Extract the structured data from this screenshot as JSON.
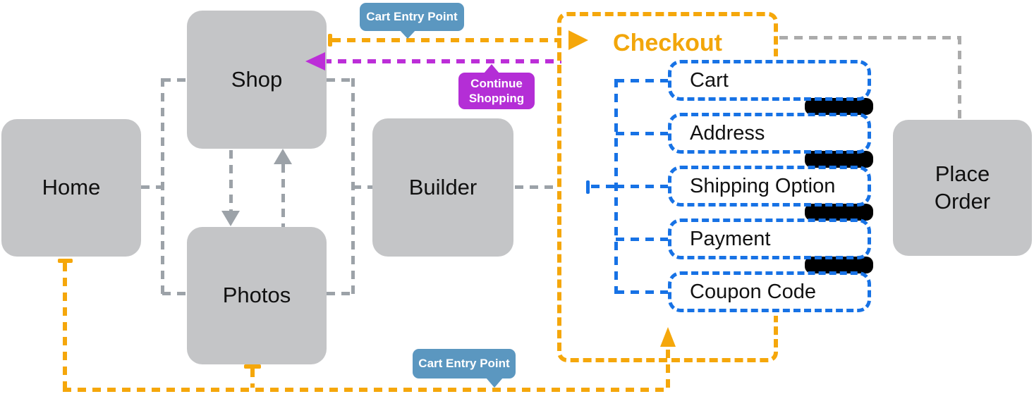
{
  "diagram": {
    "nodes": {
      "home": "Home",
      "shop": "Shop",
      "photos": "Photos",
      "builder": "Builder",
      "place_order": "Place Order"
    },
    "checkout": {
      "title": "Checkout",
      "steps": [
        "Cart",
        "Address",
        "Shipping Option",
        "Payment",
        "Coupon Code"
      ]
    },
    "badges": {
      "cart_entry_top": "Cart Entry Point",
      "cart_entry_bottom": "Cart Entry Point",
      "continue_shopping": "Continue Shopping"
    },
    "colors": {
      "node_fill": "#C4C5C7",
      "connector_gray": "#9CA2A8",
      "flow_orange": "#F5A70B",
      "flow_purple": "#BC2ED8",
      "step_blue": "#1772E5",
      "badge_blue": "#5B97C0",
      "badge_magenta": "#B42ED6",
      "checkout_title_color": "#F2A60A",
      "stack_bar": "#000000"
    }
  }
}
